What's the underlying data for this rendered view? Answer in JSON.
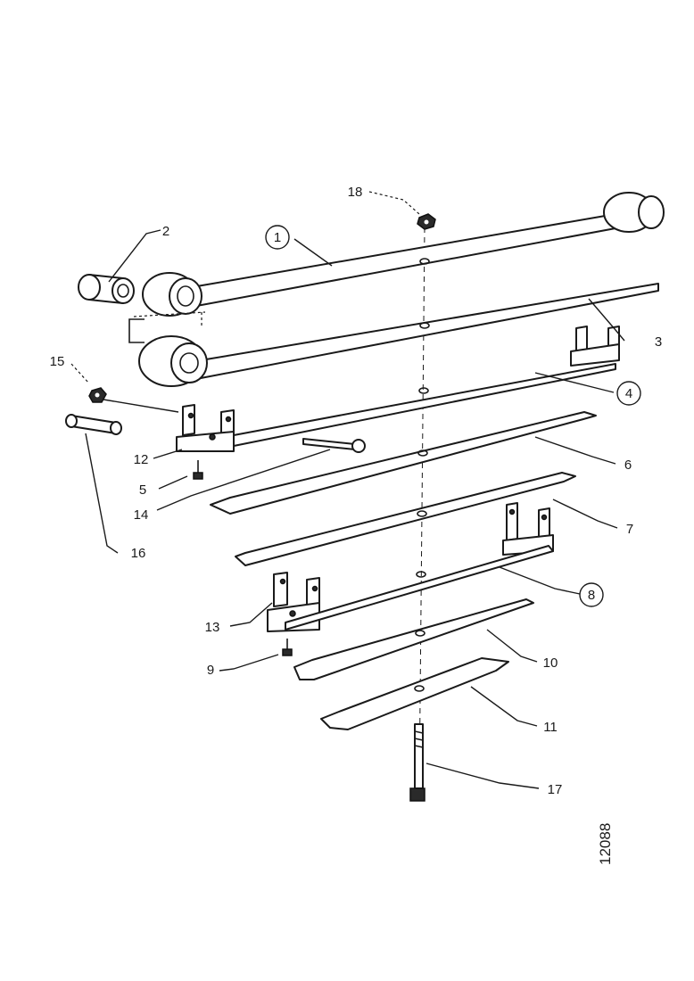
{
  "diagram": {
    "figure_number": "12088",
    "callouts": [
      {
        "id": "1",
        "label": "1",
        "circled": true
      },
      {
        "id": "2",
        "label": "2",
        "circled": false
      },
      {
        "id": "3",
        "label": "3",
        "circled": false
      },
      {
        "id": "4",
        "label": "4",
        "circled": true
      },
      {
        "id": "5",
        "label": "5",
        "circled": false
      },
      {
        "id": "6",
        "label": "6",
        "circled": false
      },
      {
        "id": "7",
        "label": "7",
        "circled": false
      },
      {
        "id": "8",
        "label": "8",
        "circled": true
      },
      {
        "id": "9",
        "label": "9",
        "circled": false
      },
      {
        "id": "10",
        "label": "10",
        "circled": false
      },
      {
        "id": "11",
        "label": "11",
        "circled": false
      },
      {
        "id": "12",
        "label": "12",
        "circled": false
      },
      {
        "id": "13",
        "label": "13",
        "circled": false
      },
      {
        "id": "14",
        "label": "14",
        "circled": false
      },
      {
        "id": "15",
        "label": "15",
        "circled": false
      },
      {
        "id": "16",
        "label": "16",
        "circled": false
      },
      {
        "id": "17",
        "label": "17",
        "circled": false
      },
      {
        "id": "18",
        "label": "18",
        "circled": false
      }
    ]
  }
}
